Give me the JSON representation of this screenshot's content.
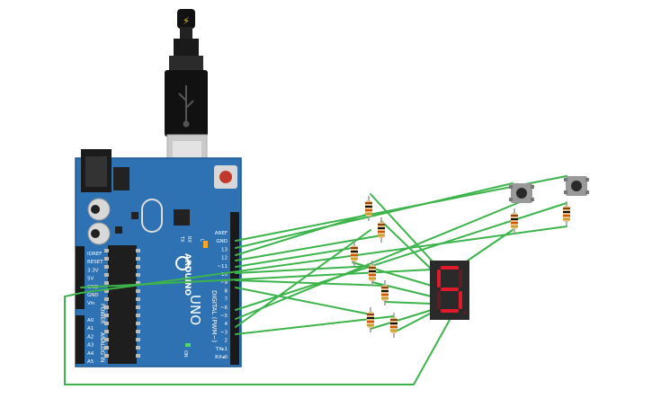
{
  "board": {
    "name": "UNO",
    "brand": "ARDUINO",
    "power_header": [
      "IOREF",
      "RESET",
      "3.3V",
      "5V",
      "GND",
      "GND",
      "Vin"
    ],
    "power_label": "POWER",
    "analog_header": [
      "A0",
      "A1",
      "A2",
      "A3",
      "A4",
      "A5"
    ],
    "analog_label": "ANALOG IN",
    "digital_label": "DIGITAL (PWM~)",
    "digital_pins": [
      "AREF",
      "GND",
      "13",
      "12",
      "~11",
      "~10",
      "~9",
      "8",
      "7",
      "~6",
      "~5",
      "4",
      "~3",
      "2",
      "TX▸1",
      "RX◂0"
    ],
    "led_labels": {
      "l": "L",
      "tx": "TX",
      "rx": "RX",
      "on": "ON"
    }
  },
  "display": {
    "digit": "5"
  },
  "colors": {
    "board": "#2f72b3",
    "board_dark": "#1f5a94",
    "wire": "#3cb44b",
    "segment_on": "#e01a2a",
    "segment_off": "#5a1f25",
    "display_body": "#2a2a2a"
  },
  "icons": [
    "usb-icon",
    "lightning-icon"
  ]
}
